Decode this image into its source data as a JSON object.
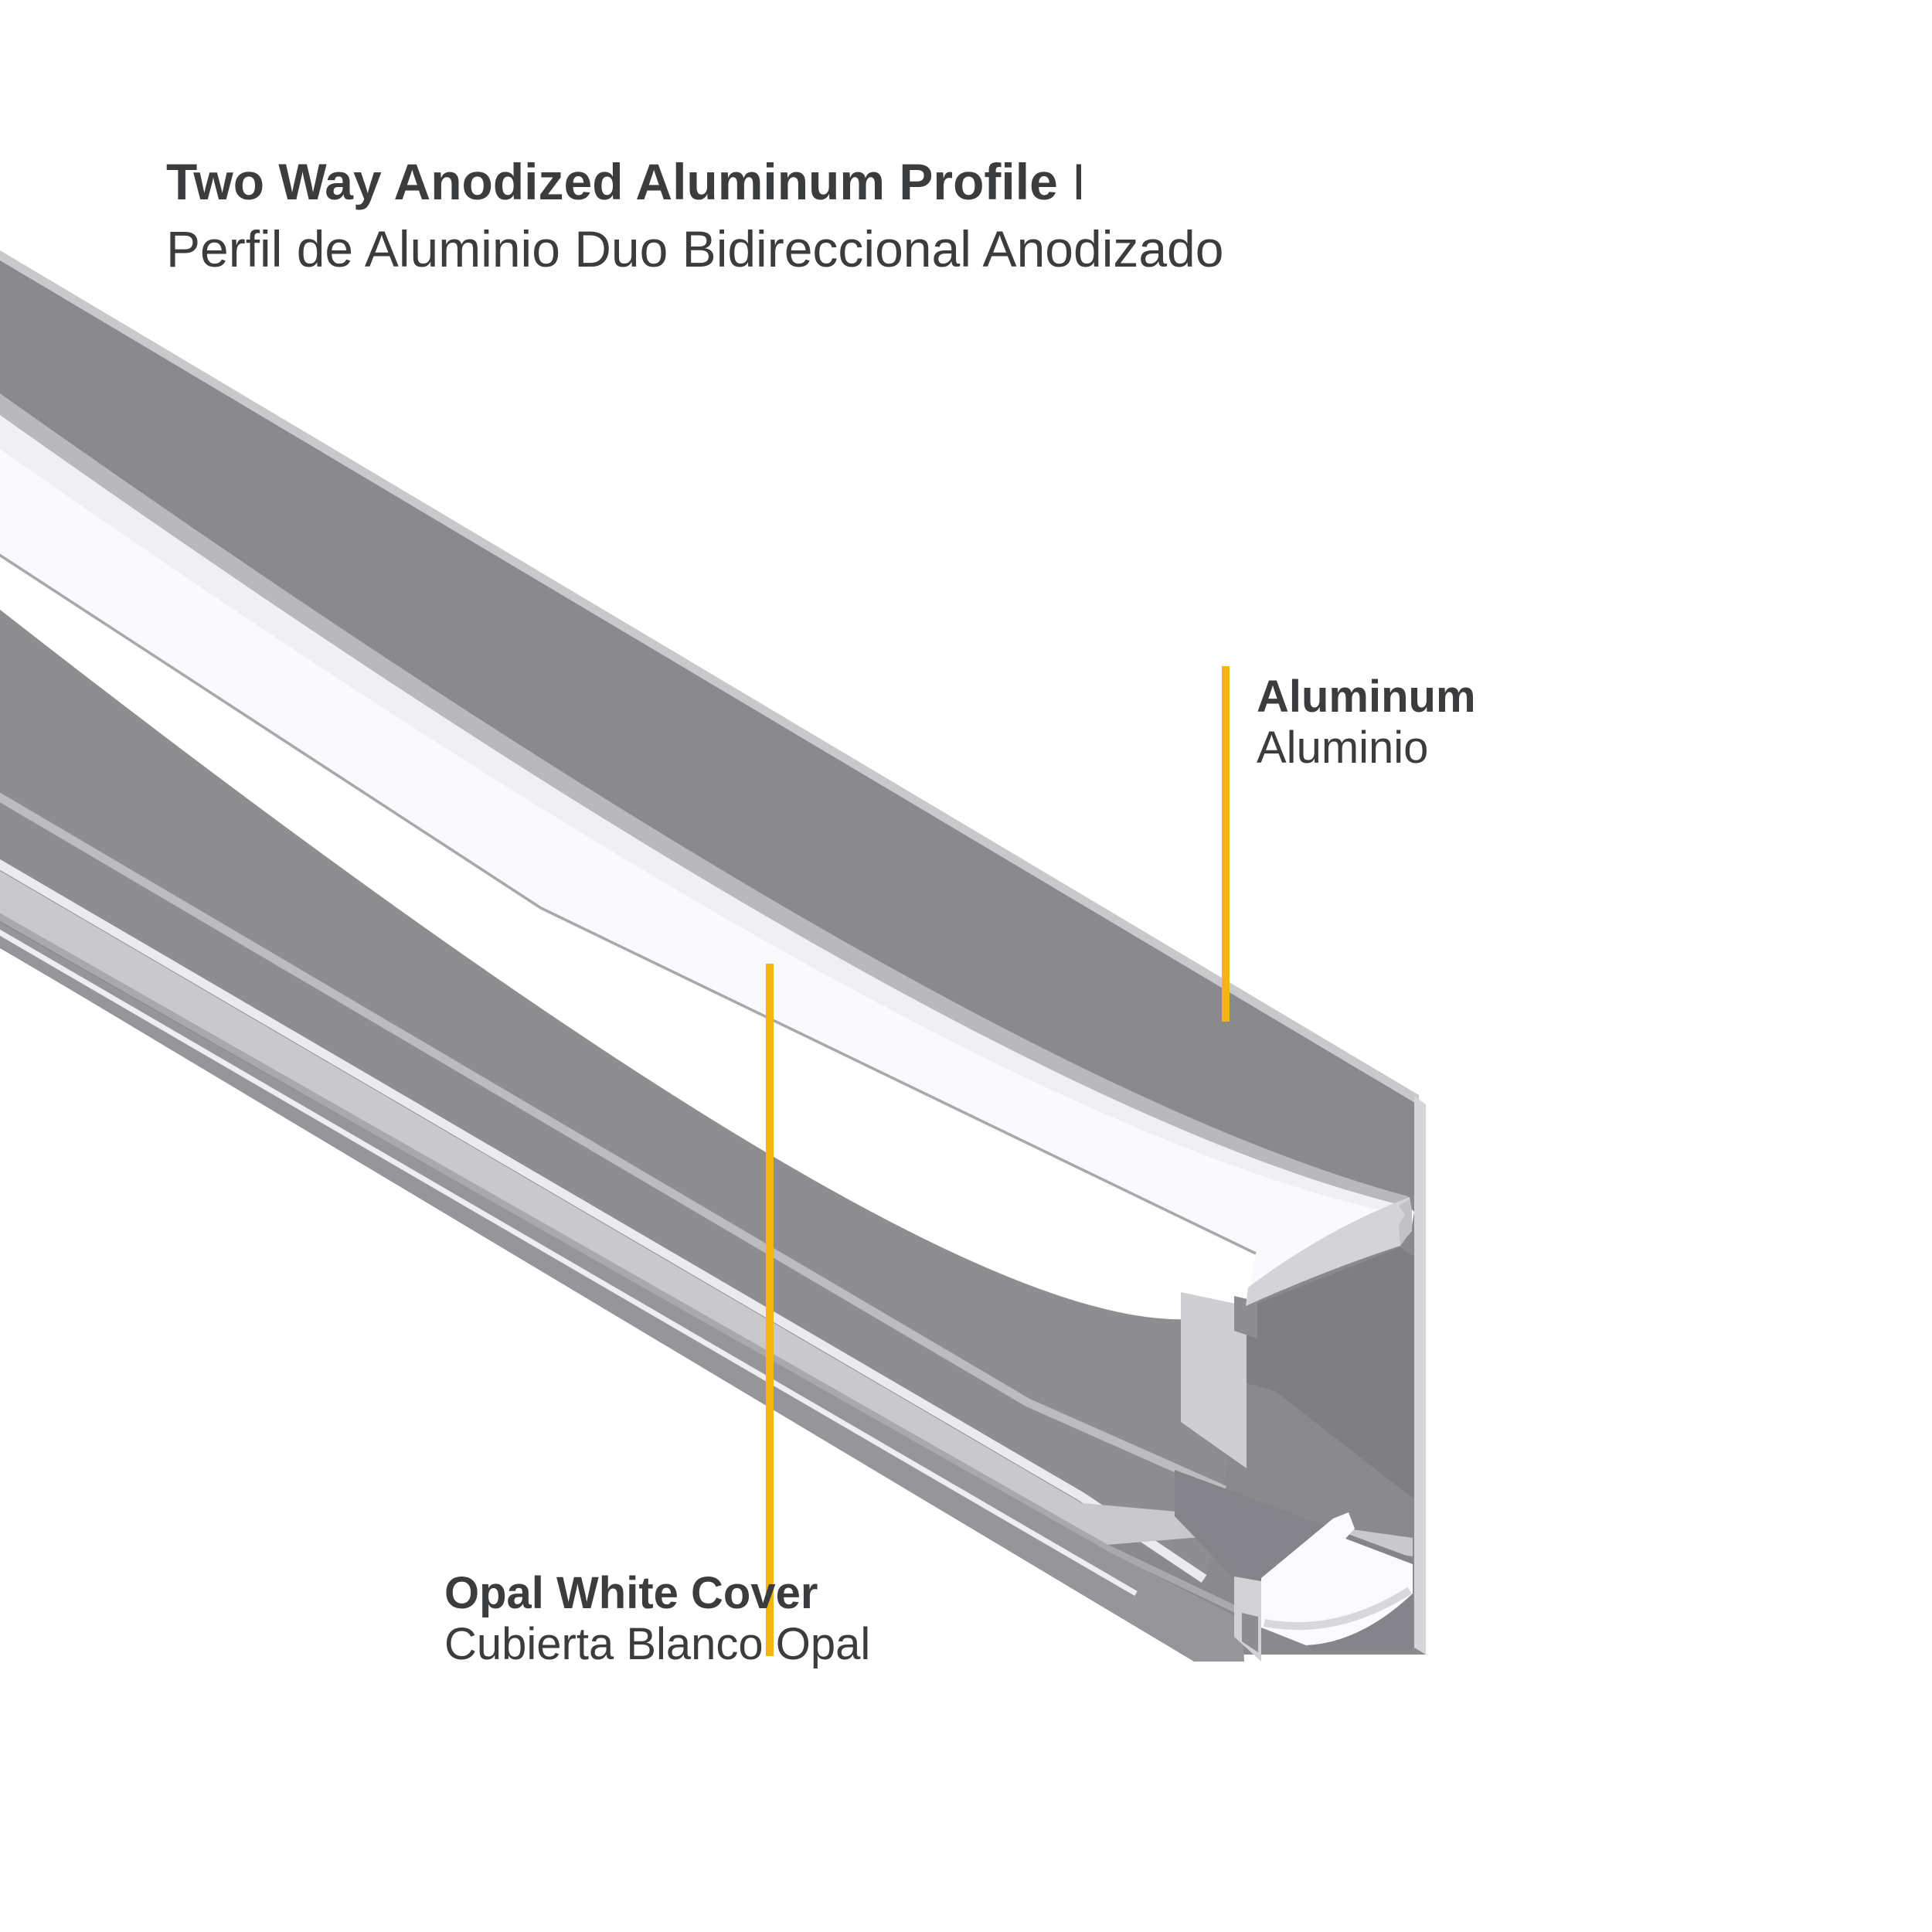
{
  "title": {
    "en": "Two Way Anodized Aluminum Profile",
    "separator": "I",
    "es": "Perfil de Aluminio Duo Bidireccional Anodizado"
  },
  "labels": {
    "aluminum": {
      "en": "Aluminum",
      "es": "Aluminio"
    },
    "opal_cover": {
      "en": "Opal White Cover",
      "es": "Cubierta Blanco Opal"
    }
  },
  "colors": {
    "accent_yellow": "#F6B40F",
    "text_dark": "#3B3C3E",
    "aluminum_gray": "#8A8A8D",
    "aluminum_gray_dark": "#7F7F83",
    "edge_light": "#C9C9CC",
    "cover_white": "#FAFAFC",
    "cut_face_light": "#D6D6D9",
    "background": "#FFFFFF"
  }
}
